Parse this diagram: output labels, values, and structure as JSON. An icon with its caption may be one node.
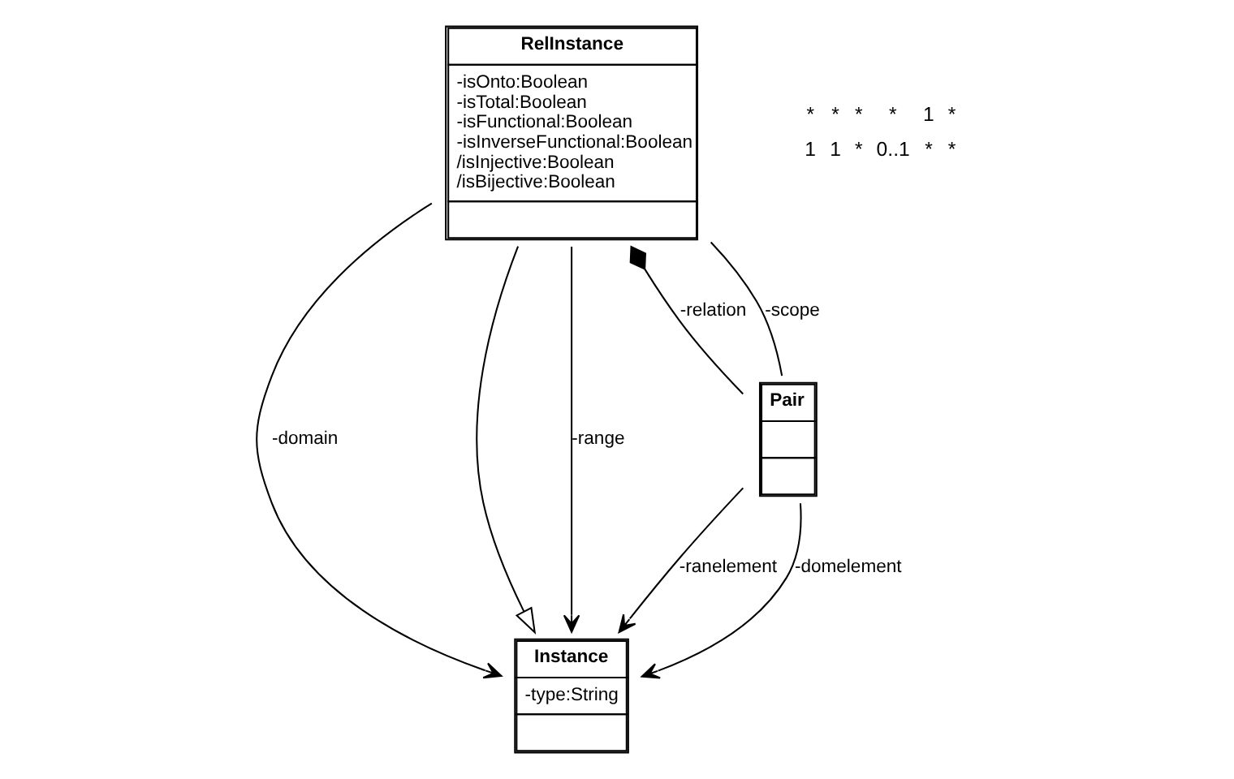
{
  "diagram": {
    "nodes": [
      {
        "text": [
          "RelInstance",
          "-isOnto:Boolean",
          "-isTotal:Boolean",
          "-isFunctional:Boolean",
          "-isInverseFunctional:Boolean",
          "/isInjective:Boolean",
          "/isBijective:Boolean"
        ]
      },
      {
        "text": [
          "Instance",
          "-type:String"
        ]
      },
      {
        "text": [
          "Pair"
        ]
      }
    ],
    "edges": [
      {
        "from": 0,
        "to": 1,
        "arrow": "to",
        "label": "-domain"
      },
      {
        "from": 0,
        "to": 1,
        "arrow": "to"
      },
      {
        "from": 0,
        "to": 1,
        "arrow": "to",
        "label": "-range"
      },
      {
        "from": 0,
        "to": 2,
        "arrow": "other",
        "label": "-relation"
      },
      {
        "from": 0,
        "to": 2,
        "arrow": "none",
        "label": "-scope"
      },
      {
        "from": 2,
        "to": 1,
        "arrow": "to",
        "label": "-ranelement"
      },
      {
        "from": 2,
        "to": 1,
        "arrow": "to",
        "label": "-domelement"
      }
    ],
    "labels": [
      "*",
      "*",
      "*",
      "*",
      "1",
      "*",
      "1",
      "1",
      "*",
      "0..1",
      "*",
      "*"
    ]
  }
}
